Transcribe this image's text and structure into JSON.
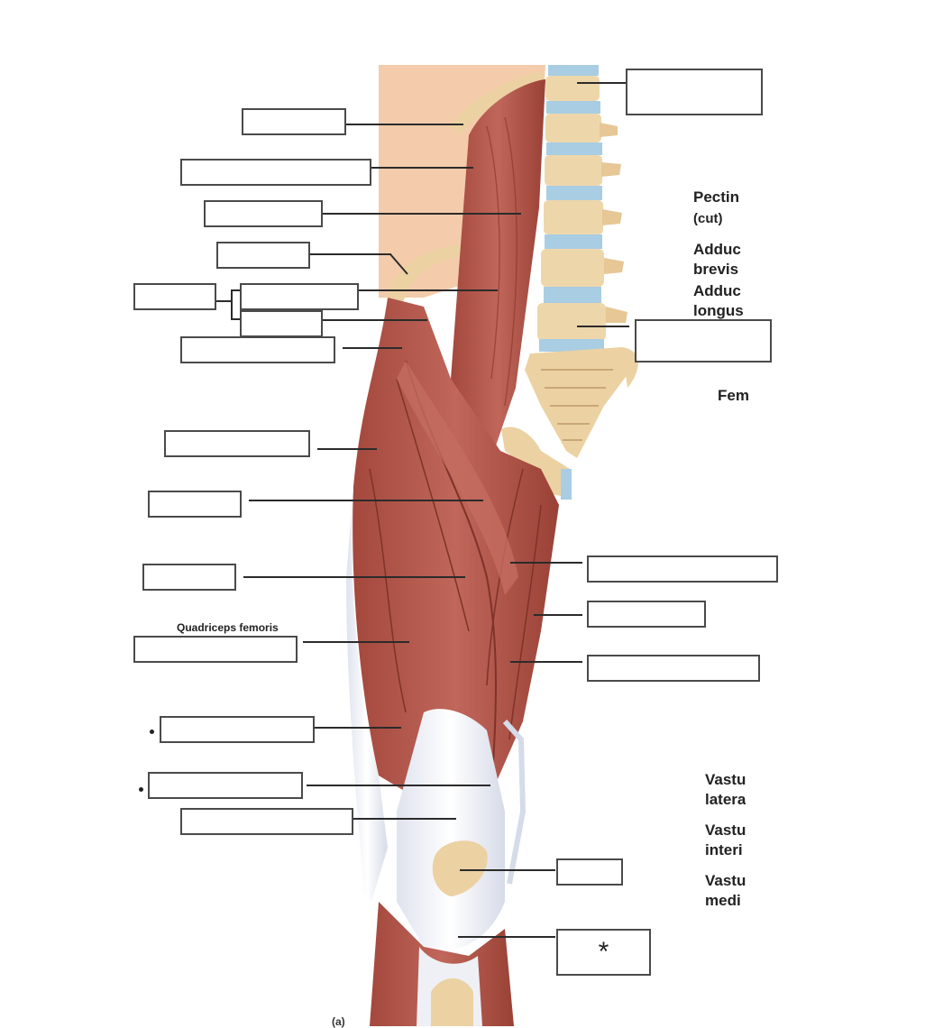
{
  "figure": {
    "group_label": "Quadriceps femoris",
    "star_mark": "*",
    "figure_letter": "(a)"
  },
  "right_labels": {
    "pectineus": "Pectin",
    "pectineus_note": "(cut)",
    "adductor_brevis_1": "Adduc",
    "adductor_brevis_2": "brevis",
    "adductor_longus_1": "Adduc",
    "adductor_longus_2": "longus",
    "femur": "Fem",
    "vastus_lateralis_1": "Vastu",
    "vastus_lateralis_2": "latera",
    "vastus_intermedius_1": "Vastu",
    "vastus_intermedius_2": "interi",
    "vastus_medialis_1": "Vastu",
    "vastus_medialis_2": "medi"
  },
  "colors": {
    "muscle": "#b5574b",
    "muscle_dark": "#8e3b31",
    "bone": "#ecd3a6",
    "tendon": "#eef0f5",
    "disc": "#a9cde3",
    "skin": "#f3c9a9"
  }
}
